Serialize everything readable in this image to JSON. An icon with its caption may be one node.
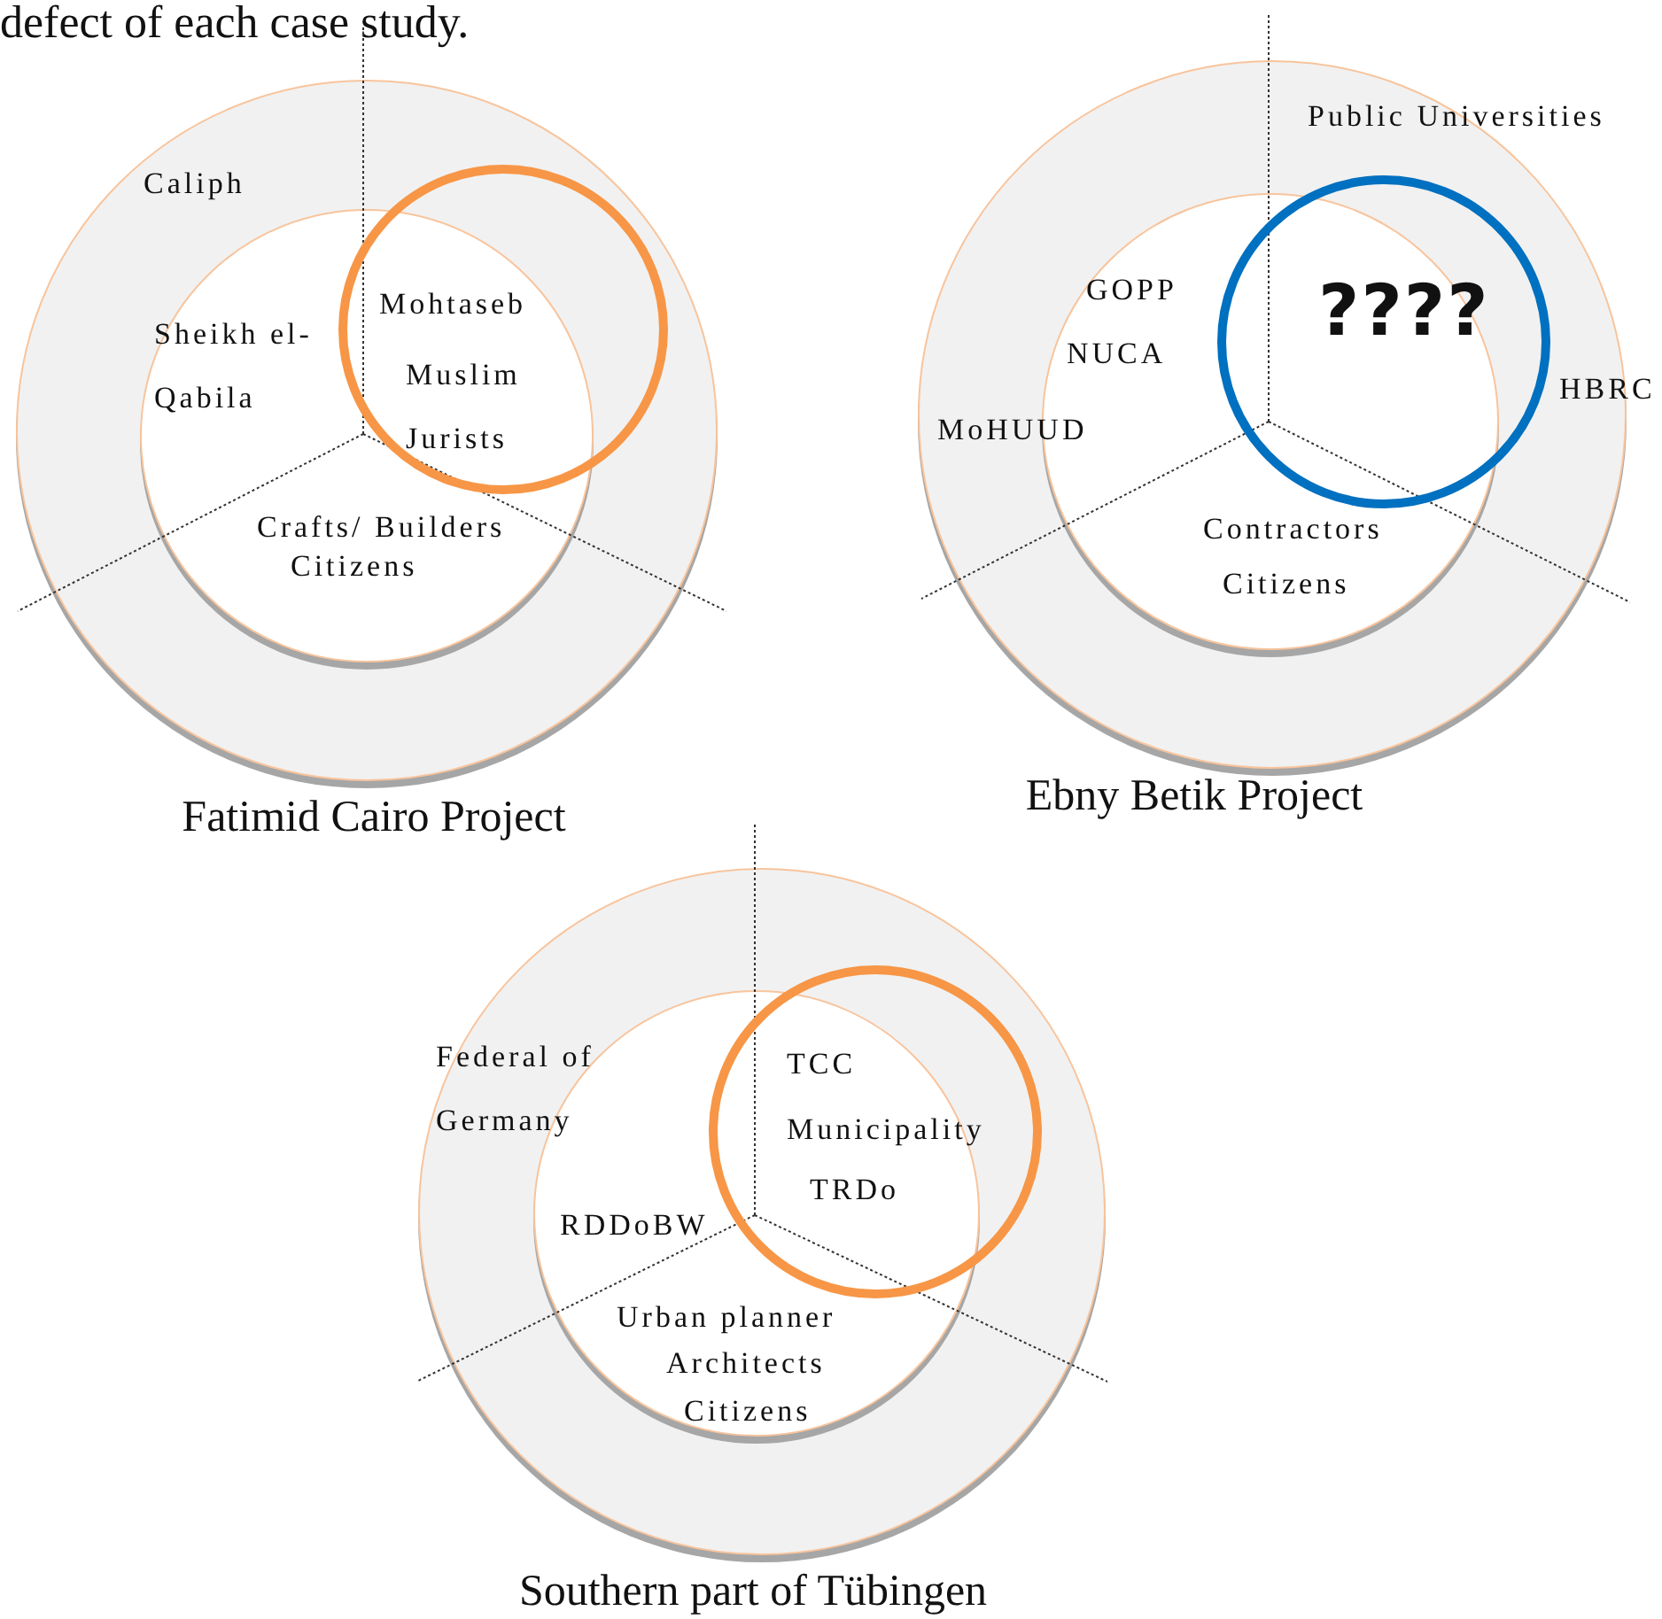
{
  "diagram": {
    "nodes": [
      {
        "text": [
          "Caliph"
        ],
        "beside": [
          "Fatimid Cairo Project"
        ]
      },
      {
        "text": [
          "Sheikh el-Qabila",
          "Crafts/ Builders",
          "Citizens"
        ],
        "in": 0
      },
      {
        "text": [
          "Mohtaseb",
          "Muslim",
          "Jurists"
        ],
        "in": 0
      },
      {
        "text": [
          "Public Universities",
          "MoHUUD",
          "HBRC"
        ],
        "beside": [
          "Ebny Betik Project"
        ]
      },
      {
        "text": [
          "GOPP",
          "NUCA",
          "Contractors",
          "Citizens"
        ],
        "in": 3
      },
      {
        "text": [
          "????"
        ],
        "in": 3
      },
      {
        "text": [
          "Federal of Germany"
        ],
        "beside": [
          "Southern part of Tübingen"
        ]
      },
      {
        "text": [
          "RDDoBW",
          "Urban planner",
          "Architects",
          "Citizens"
        ],
        "in": 6
      },
      {
        "text": [
          "TCC",
          "Municipality",
          "TRDo"
        ],
        "in": 6
      }
    ],
    "labels": [
      "defect of each case study."
    ]
  }
}
